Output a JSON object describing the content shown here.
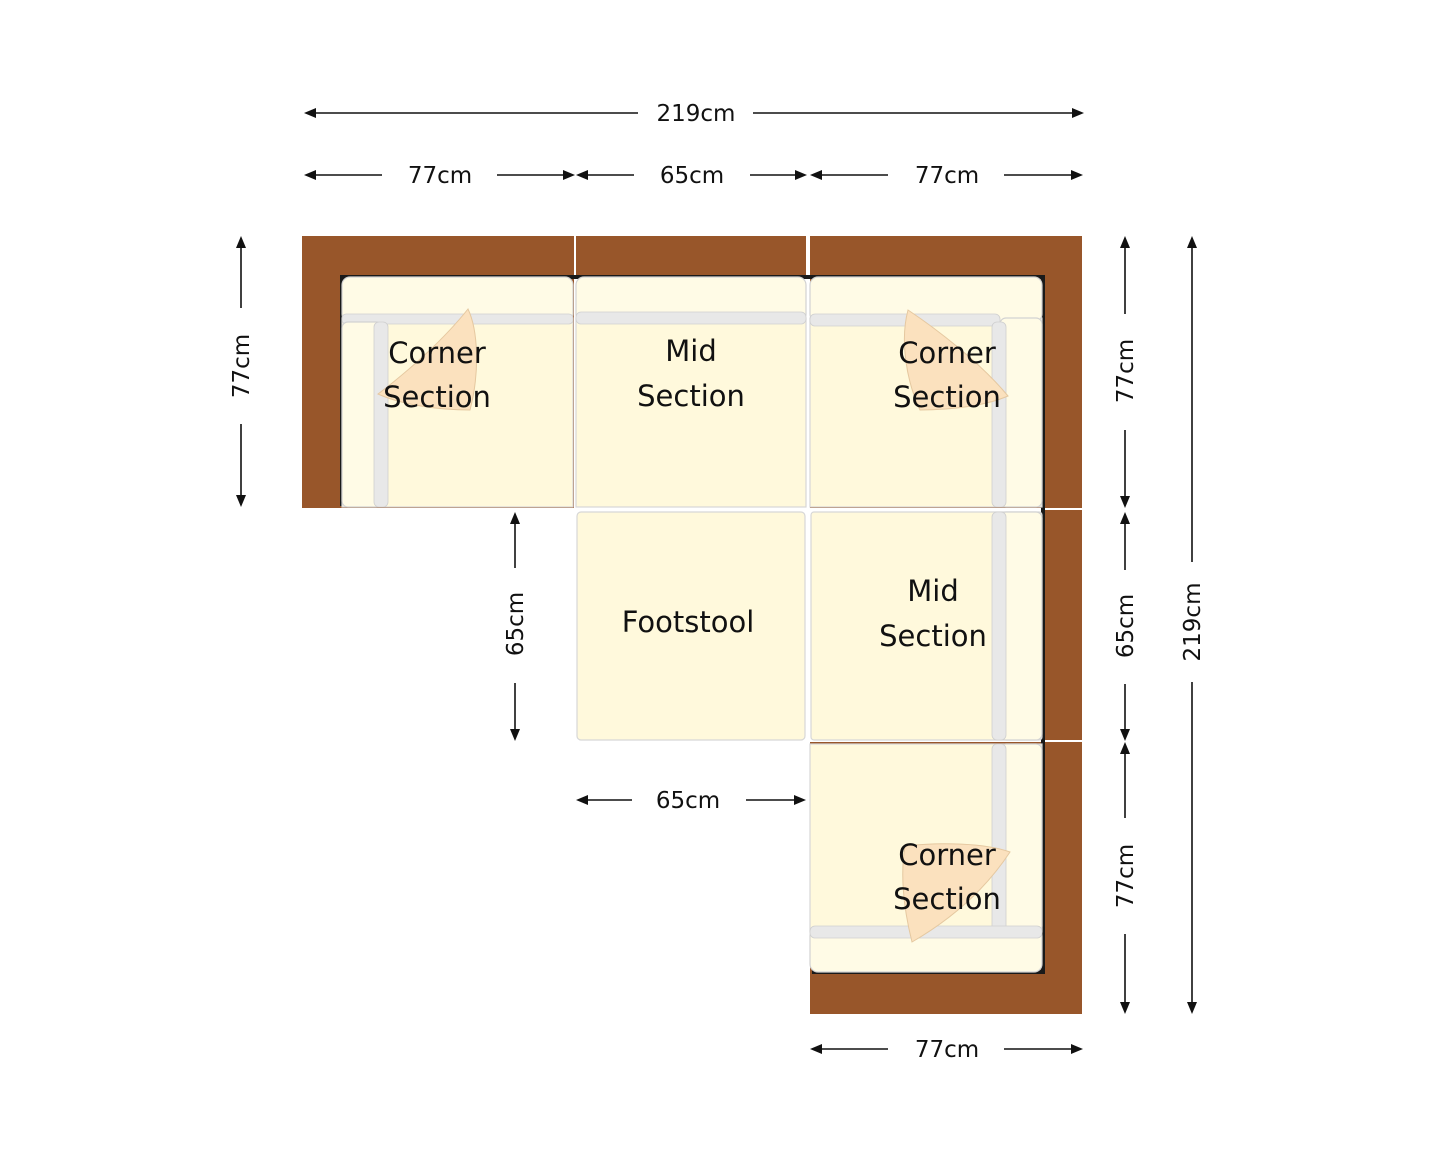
{
  "colors": {
    "frame": "#98562a",
    "cushion": "#fff9dc",
    "pillow": "#fbe1be",
    "text": "#111111"
  },
  "dimensions": {
    "top_total": "219cm",
    "top_left": "77cm",
    "top_mid": "65cm",
    "top_right": "77cm",
    "left_side": "77cm",
    "footstool_height": "65cm",
    "footstool_width": "65cm",
    "right_top": "77cm",
    "right_mid": "65cm",
    "right_bottom": "77cm",
    "right_total": "219cm",
    "bottom": "77cm"
  },
  "sections": {
    "corner_top_left": {
      "line1": "Corner",
      "line2": "Section"
    },
    "mid_top": {
      "line1": "Mid",
      "line2": "Section"
    },
    "corner_top_right": {
      "line1": "Corner",
      "line2": "Section"
    },
    "footstool": {
      "label": "Footstool"
    },
    "mid_right": {
      "line1": "Mid",
      "line2": "Section"
    },
    "corner_bottom_right": {
      "line1": "Corner",
      "line2": "Section"
    }
  }
}
